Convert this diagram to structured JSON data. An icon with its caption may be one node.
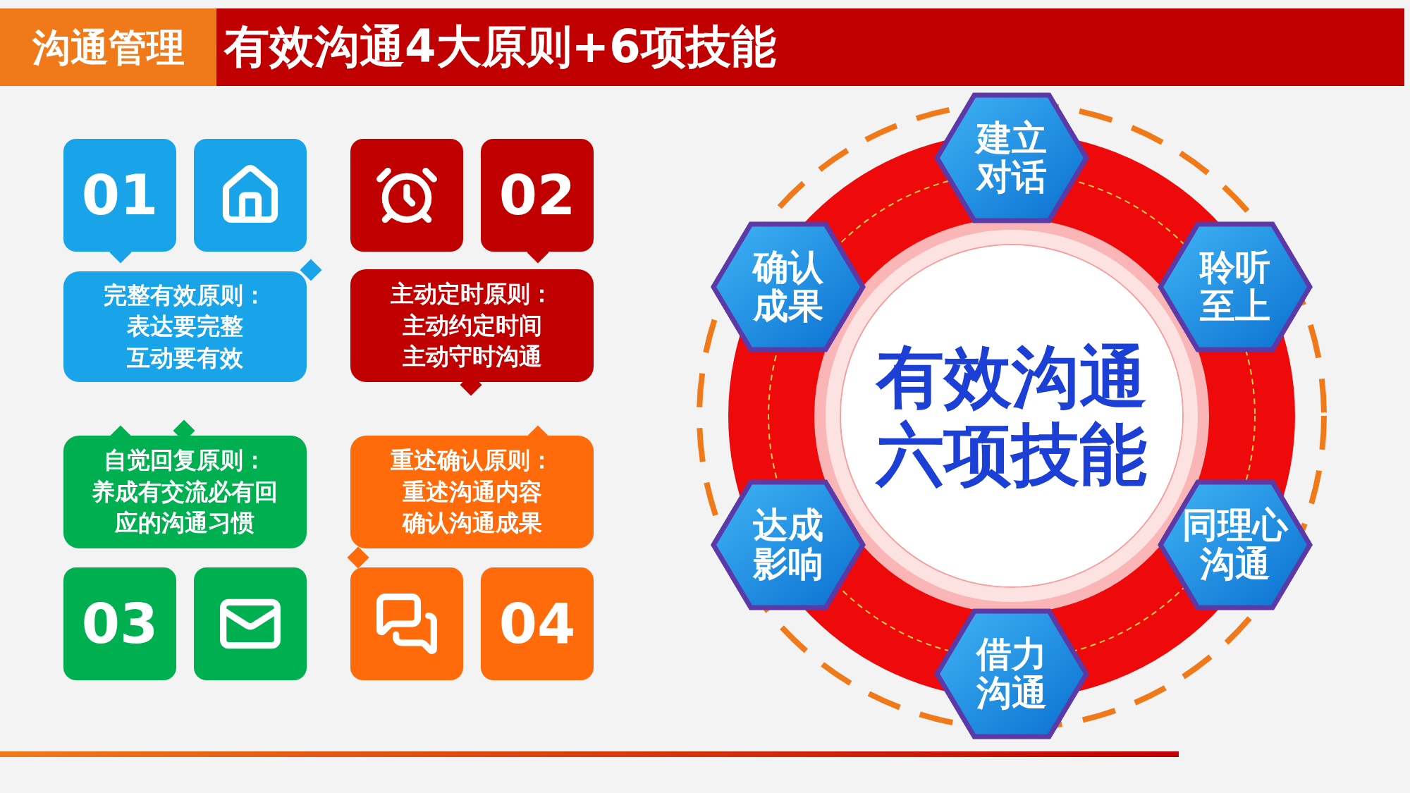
{
  "diagram": {
    "title": "有效沟通4大原则+6项技能",
    "nodes": [
      {
        "text": [
          "01"
        ]
      },
      {
        "text": [
          "完整有效原则：",
          "表达要完整",
          "互动要有效"
        ]
      },
      {
        "text": [
          "02"
        ]
      },
      {
        "text": [
          "主动定时原则：",
          "主动约定时间",
          "主动守时沟通"
        ]
      },
      {
        "text": [
          "自觉回复原则：",
          "养成有交流必有回应的沟通习惯"
        ]
      },
      {
        "text": [
          "03"
        ]
      },
      {
        "text": [
          "重述确认原则：",
          "重述沟通内容",
          "确认沟通成果"
        ]
      },
      {
        "text": [
          "04"
        ]
      },
      {
        "text": [
          "建立对话"
        ]
      },
      {
        "text": [
          "确认成果"
        ]
      },
      {
        "text": [
          "聆听至上"
        ]
      },
      {
        "text": [
          "有效沟通六项技能"
        ]
      },
      {
        "text": [
          "达成影响"
        ]
      },
      {
        "text": [
          "同理心沟通"
        ]
      },
      {
        "text": [
          "借力沟通"
        ]
      }
    ],
    "labels": [
      "沟通管理"
    ]
  }
}
